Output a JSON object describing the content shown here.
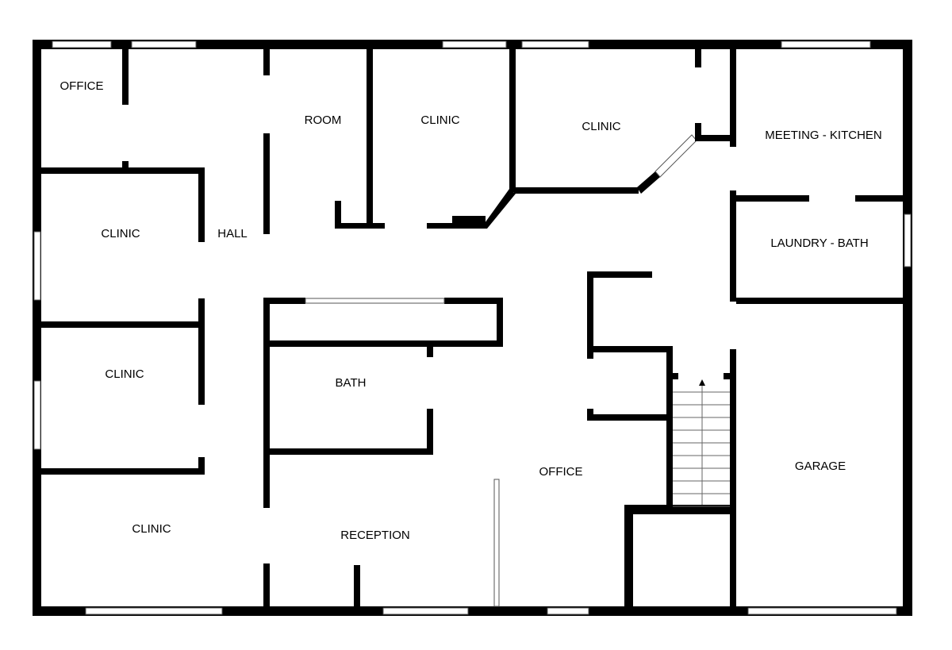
{
  "plan": {
    "rooms": [
      {
        "id": "office-nw",
        "label": "OFFICE"
      },
      {
        "id": "room",
        "label": "ROOM"
      },
      {
        "id": "clinic-north-1",
        "label": "CLINIC"
      },
      {
        "id": "clinic-north-2",
        "label": "CLINIC"
      },
      {
        "id": "meeting-kitchen",
        "label": "MEETING - KITCHEN"
      },
      {
        "id": "clinic-west-1",
        "label": "CLINIC"
      },
      {
        "id": "hall",
        "label": "HALL"
      },
      {
        "id": "laundry-bath",
        "label": "LAUNDRY - BATH"
      },
      {
        "id": "clinic-west-2",
        "label": "CLINIC"
      },
      {
        "id": "bath",
        "label": "BATH"
      },
      {
        "id": "office-main",
        "label": "OFFICE"
      },
      {
        "id": "garage",
        "label": "GARAGE"
      },
      {
        "id": "clinic-sw",
        "label": "CLINIC"
      },
      {
        "id": "reception",
        "label": "RECEPTION"
      }
    ],
    "colors": {
      "wall": "#000000",
      "background": "#ffffff"
    }
  }
}
